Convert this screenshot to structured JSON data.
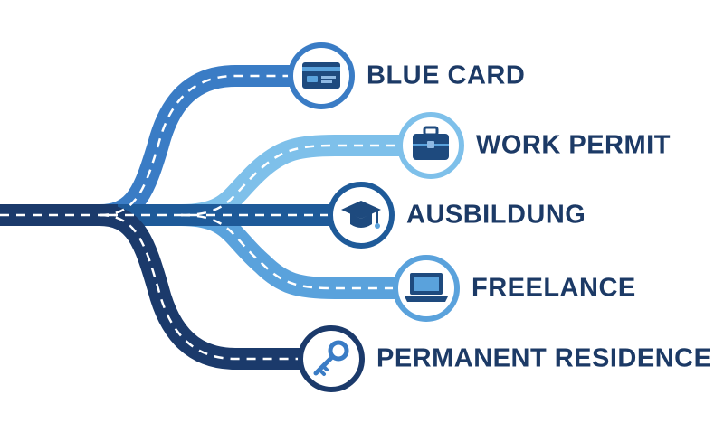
{
  "routes": [
    {
      "key": "blue_card",
      "label": "BLUE CARD",
      "icon": "credit-card-icon",
      "color": "#3a7cc5"
    },
    {
      "key": "work_permit",
      "label": "WORK PERMIT",
      "icon": "briefcase-icon",
      "color": "#7ec0ea"
    },
    {
      "key": "ausbildung",
      "label": "AUSBILDUNG",
      "icon": "graduation-cap-icon",
      "color": "#1e5a99"
    },
    {
      "key": "freelance",
      "label": "FREELANCE",
      "icon": "laptop-icon",
      "color": "#5aa2dc"
    },
    {
      "key": "permanent_residence",
      "label": "PERMANENT RESIDENCE",
      "icon": "key-icon",
      "color": "#1b3a6b"
    }
  ],
  "colors": {
    "text": "#1c3a66",
    "trunk": "#1b3a6b",
    "dash": "#ffffff",
    "icon_fill": "#1e4a7e",
    "icon_accent": "#5aa2dc"
  }
}
